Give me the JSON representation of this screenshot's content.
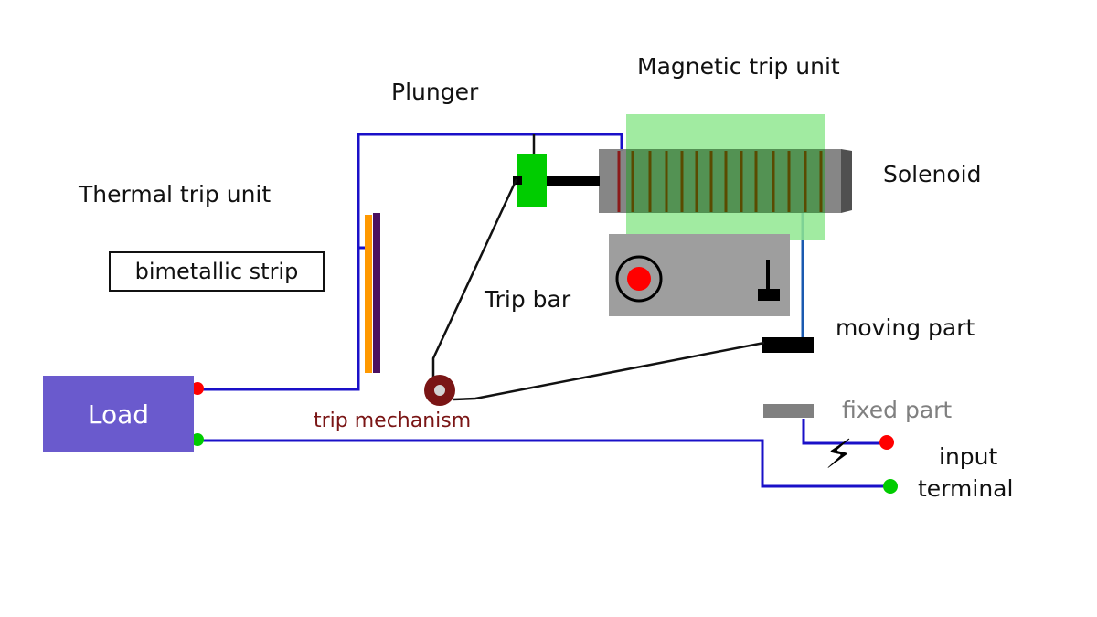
{
  "labels": {
    "magnetic_trip_unit": "Magnetic trip unit",
    "plunger": "Plunger",
    "solenoid": "Solenoid",
    "thermal_trip_unit": "Thermal trip unit",
    "bimetallic_strip": "bimetallic strip",
    "trip_bar": "Trip bar",
    "moving_part": "moving part",
    "fixed_part": "fixed part",
    "input": "input",
    "terminal": "terminal",
    "load": "Load",
    "trip_mechanism": "trip mechanism"
  },
  "icons": {
    "spark": "⚡"
  },
  "colors": {
    "wire": "#1a10c8",
    "load_box": "#6a5acd",
    "magnetic_zone": "#90e890",
    "plunger": "#00cc00",
    "solenoid_core": "#808080",
    "coil_turns": "#5a4a00",
    "trip_bar": "#9e9e9e",
    "strip_metal_a": "#ff9900",
    "strip_metal_b": "#4b1060",
    "trip_mechanism": "#7a1515",
    "terminal_positive": "#ff0000",
    "terminal_negative": "#00cc00",
    "fixed_part": "#808080",
    "fixed_part_label": "#808080"
  }
}
